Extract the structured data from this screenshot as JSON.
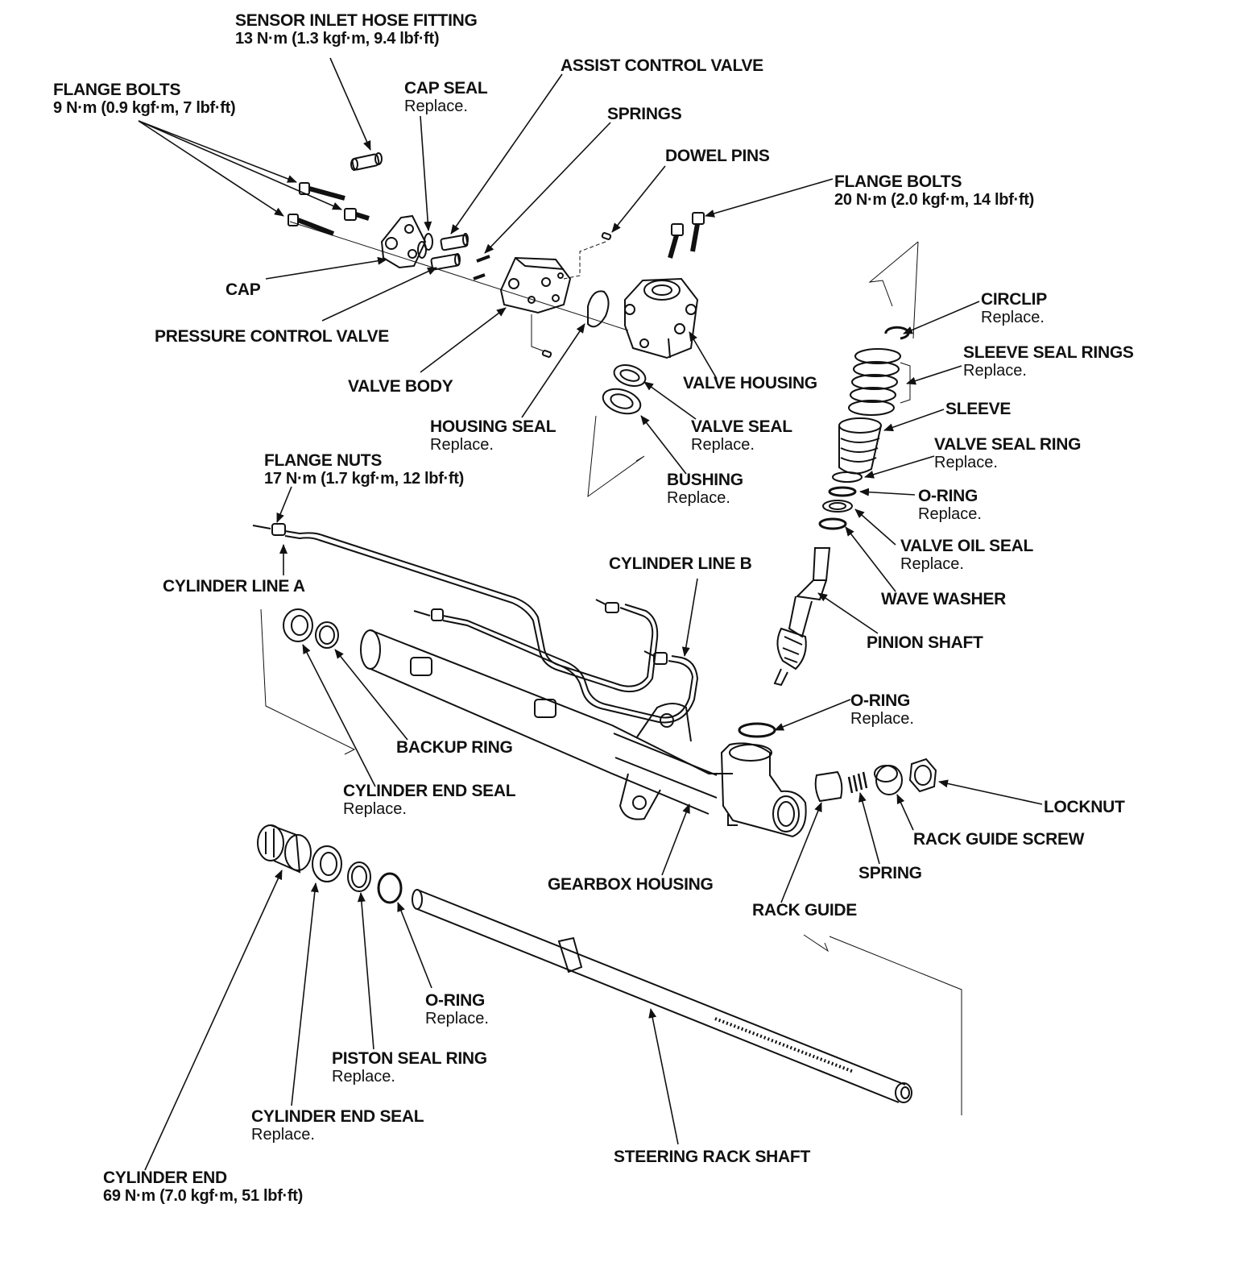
{
  "labels": {
    "sensor_inlet_hose_fitting": {
      "title": "SENSOR INLET HOSE FITTING",
      "detail": "13 N·m (1.3 kgf·m, 9.4 lbf·ft)"
    },
    "flange_bolts_small": {
      "title": "FLANGE BOLTS",
      "detail": "9 N·m (0.9 kgf·m, 7 lbf·ft)"
    },
    "cap_seal": {
      "title": "CAP SEAL",
      "note": "Replace."
    },
    "assist_control_valve": {
      "title": "ASSIST CONTROL VALVE"
    },
    "springs": {
      "title": "SPRINGS"
    },
    "dowel_pins": {
      "title": "DOWEL PINS"
    },
    "flange_bolts_large": {
      "title": "FLANGE BOLTS",
      "detail": "20 N·m (2.0 kgf·m, 14 lbf·ft)"
    },
    "cap": {
      "title": "CAP"
    },
    "pressure_control_valve": {
      "title": "PRESSURE CONTROL VALVE"
    },
    "valve_body": {
      "title": "VALVE BODY"
    },
    "valve_housing": {
      "title": "VALVE HOUSING"
    },
    "housing_seal": {
      "title": "HOUSING SEAL",
      "note": "Replace."
    },
    "valve_seal": {
      "title": "VALVE SEAL",
      "note": "Replace."
    },
    "bushing": {
      "title": "BUSHING",
      "note": "Replace."
    },
    "circlip": {
      "title": "CIRCLIP",
      "note": "Replace."
    },
    "sleeve_seal_rings": {
      "title": "SLEEVE SEAL RINGS",
      "note": "Replace."
    },
    "sleeve": {
      "title": "SLEEVE"
    },
    "valve_seal_ring": {
      "title": "VALVE SEAL RING",
      "note": "Replace."
    },
    "o_ring_upper": {
      "title": "O-RING",
      "note": "Replace."
    },
    "valve_oil_seal": {
      "title": "VALVE OIL SEAL",
      "note": "Replace."
    },
    "wave_washer": {
      "title": "WAVE WASHER"
    },
    "pinion_shaft": {
      "title": "PINION SHAFT"
    },
    "flange_nuts": {
      "title": "FLANGE NUTS",
      "detail": "17 N·m (1.7 kgf·m, 12 lbf·ft)"
    },
    "cylinder_line_a": {
      "title": "CYLINDER LINE A"
    },
    "cylinder_line_b": {
      "title": "CYLINDER LINE B"
    },
    "o_ring_mid": {
      "title": "O-RING",
      "note": "Replace."
    },
    "backup_ring": {
      "title": "BACKUP RING"
    },
    "cylinder_end_seal_upper": {
      "title": "CYLINDER END SEAL",
      "note": "Replace."
    },
    "locknut": {
      "title": "LOCKNUT"
    },
    "rack_guide_screw": {
      "title": "RACK GUIDE SCREW"
    },
    "spring": {
      "title": "SPRING"
    },
    "gearbox_housing": {
      "title": "GEARBOX HOUSING"
    },
    "rack_guide": {
      "title": "RACK GUIDE"
    },
    "o_ring_lower": {
      "title": "O-RING",
      "note": "Replace."
    },
    "piston_seal_ring": {
      "title": "PISTON SEAL RING",
      "note": "Replace."
    },
    "cylinder_end_seal_lower": {
      "title": "CYLINDER END SEAL",
      "note": "Replace."
    },
    "steering_rack_shaft": {
      "title": "STEERING RACK SHAFT"
    },
    "cylinder_end": {
      "title": "CYLINDER END",
      "detail": "69 N·m (7.0 kgf·m, 51 lbf·ft)"
    }
  }
}
